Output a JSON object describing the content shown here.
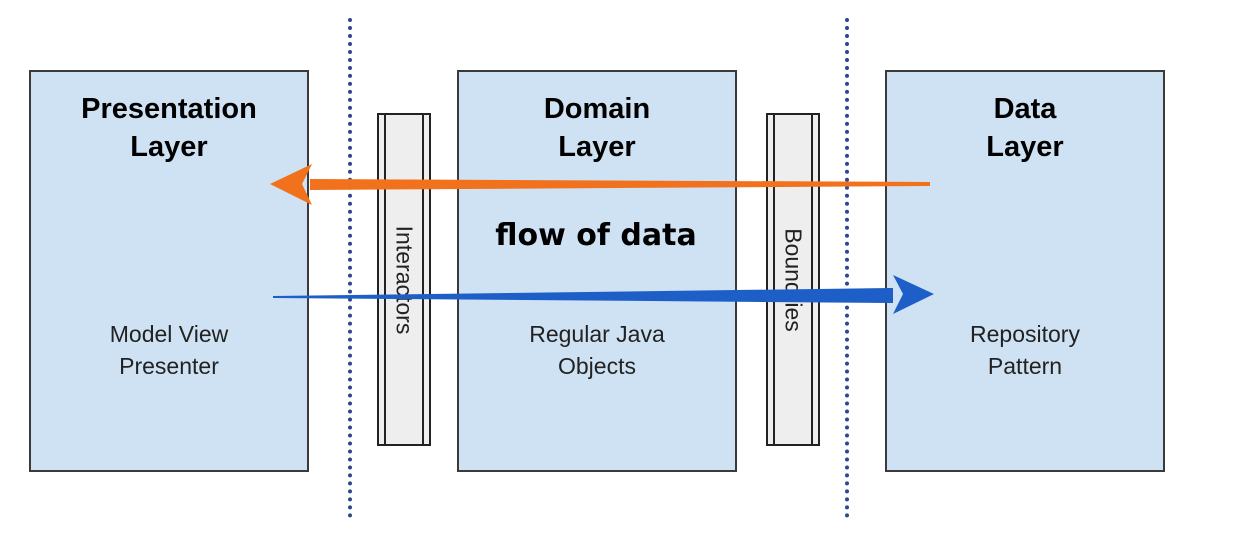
{
  "layers": [
    {
      "title": "Presentation\nLayer",
      "description": "Model View\nPresenter"
    },
    {
      "title": "Domain\nLayer",
      "description": "Regular Java\nObjects"
    },
    {
      "title": "Data\nLayer",
      "description": "Repository\nPattern"
    }
  ],
  "boundaries": [
    {
      "label": "Interactors"
    },
    {
      "label": "Boundries"
    }
  ],
  "flow_label": "flow of data",
  "arrows": [
    {
      "direction": "right-to-left",
      "from": "Data Layer",
      "to": "Presentation Layer",
      "color": "#f2711c"
    },
    {
      "direction": "left-to-right",
      "from": "Presentation Layer",
      "to": "Data Layer",
      "color": "#1d5fc7"
    }
  ],
  "colors": {
    "layer_fill": "#cfe2f3",
    "boundary_fill": "#eeeeee",
    "divider": "#2b4a8c"
  }
}
